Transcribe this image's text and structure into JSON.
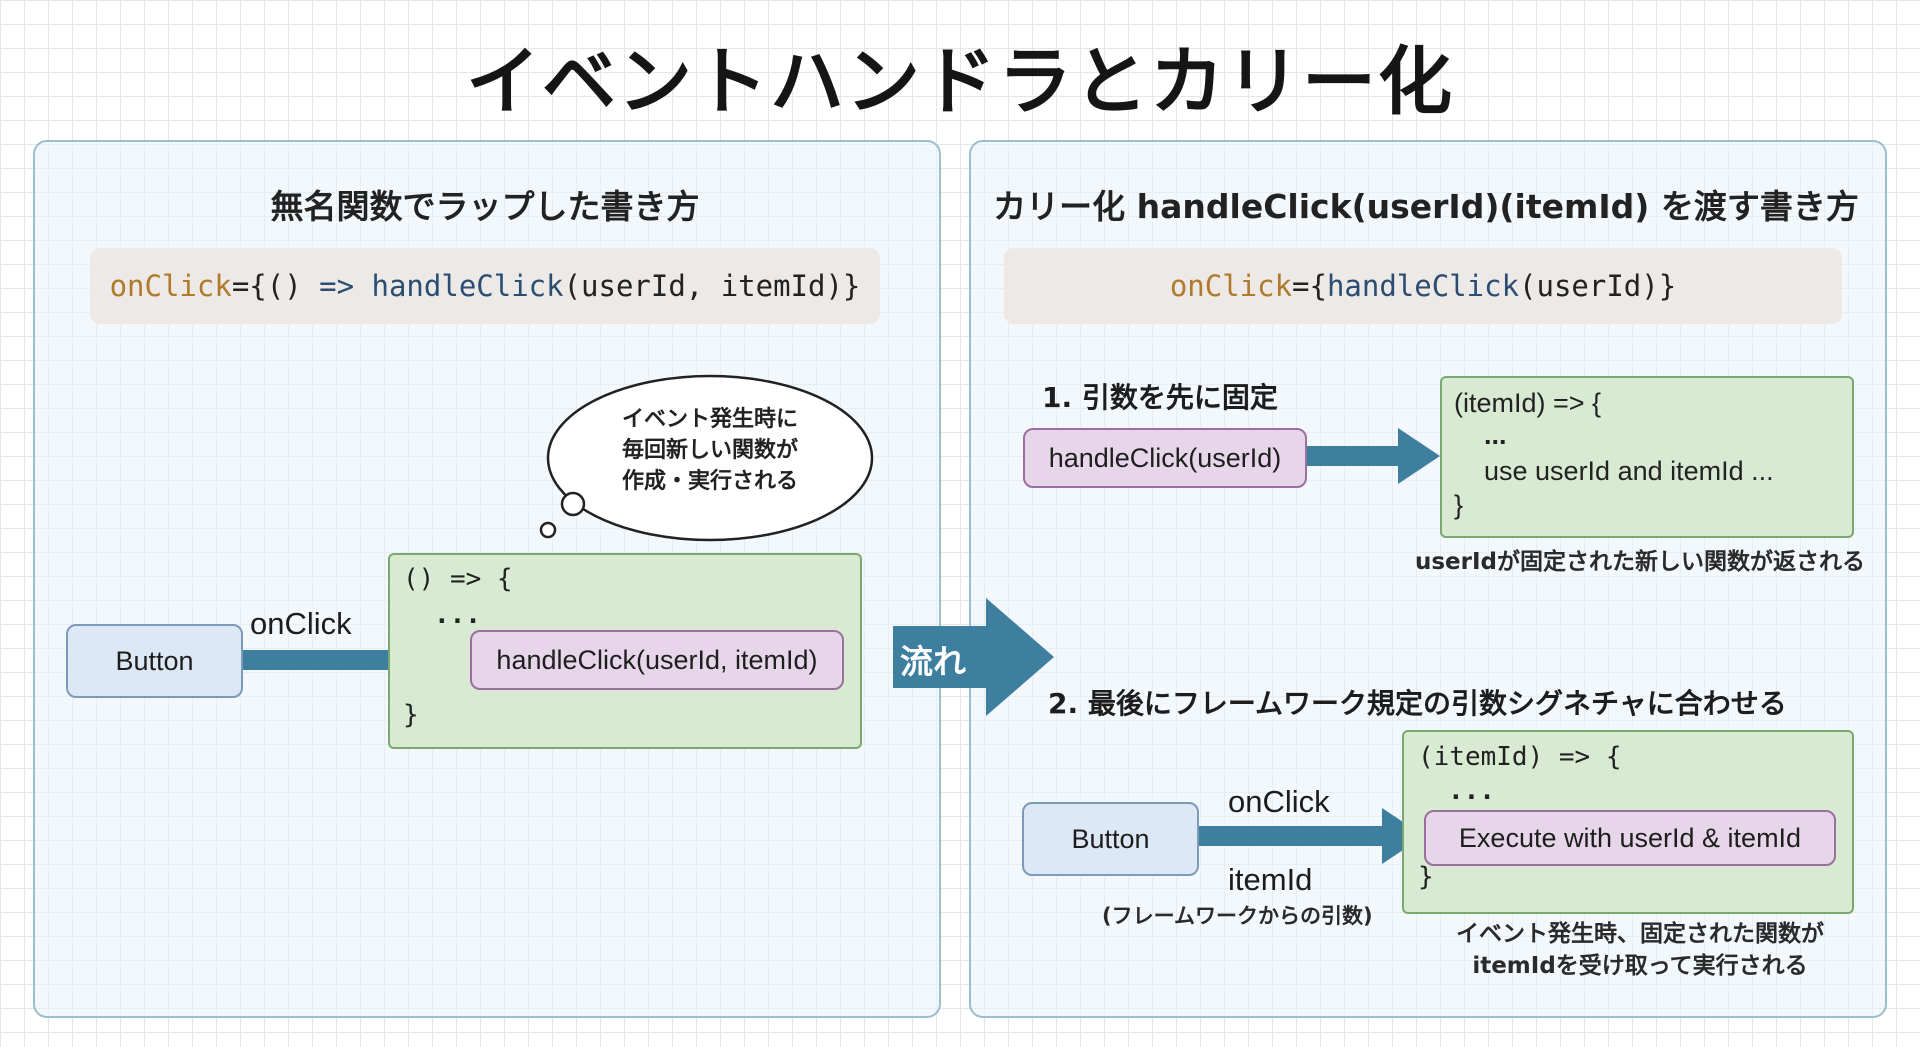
{
  "title": "イベントハンドラとカリー化",
  "left_panel": {
    "heading": "無名関数でラップした書き方",
    "code": {
      "on_click": "onClick",
      "open": "={",
      "parens": "() ",
      "arrow": "=>",
      "fn": "handleClick",
      "args": "(userId, itemId)}"
    },
    "button_label": "Button",
    "event_label": "onClick",
    "lambda_open": "() => {",
    "ellipsis": "...",
    "call": "handleClick(userId, itemId)",
    "lambda_close": "}",
    "cloud_lines": [
      "イベント発生時に",
      "毎回新しい関数が",
      "作成・実行される"
    ]
  },
  "flow_label": "流れ",
  "right_panel": {
    "heading": "カリー化 handleClick(userId)(itemId) を渡す書き方",
    "code": {
      "on_click": "onClick",
      "open": "={",
      "fn": "handleClick",
      "args": "(userId)}"
    },
    "step1": {
      "title": "1. 引数を先に固定",
      "fn_box": "handleClick(userId)",
      "lambda_open": "(itemId) => {",
      "ellipsis": "...",
      "body": "use userId and itemId ...",
      "lambda_close": "}",
      "caption": "userIdが固定された新しい関数が返される"
    },
    "step2": {
      "title": "2. 最後にフレームワーク規定の引数シグネチャに合わせる",
      "button_label": "Button",
      "event_label": "onClick",
      "arg_label": "itemId",
      "arg_note": "(フレームワークからの引数)",
      "lambda_open": "(itemId) => {",
      "ellipsis": "...",
      "body": "Execute with userId & itemId",
      "lambda_close": "}",
      "caption_lines": [
        "イベント発生時、固定された関数が",
        "itemIdを受け取って実行される"
      ]
    }
  },
  "colors": {
    "arrow": "#3e7f9f",
    "panel_border": "#9bbfcf",
    "green_box": "#d9ead3",
    "purple_box": "#e7d6ea",
    "button_box": "#dde8f6"
  }
}
